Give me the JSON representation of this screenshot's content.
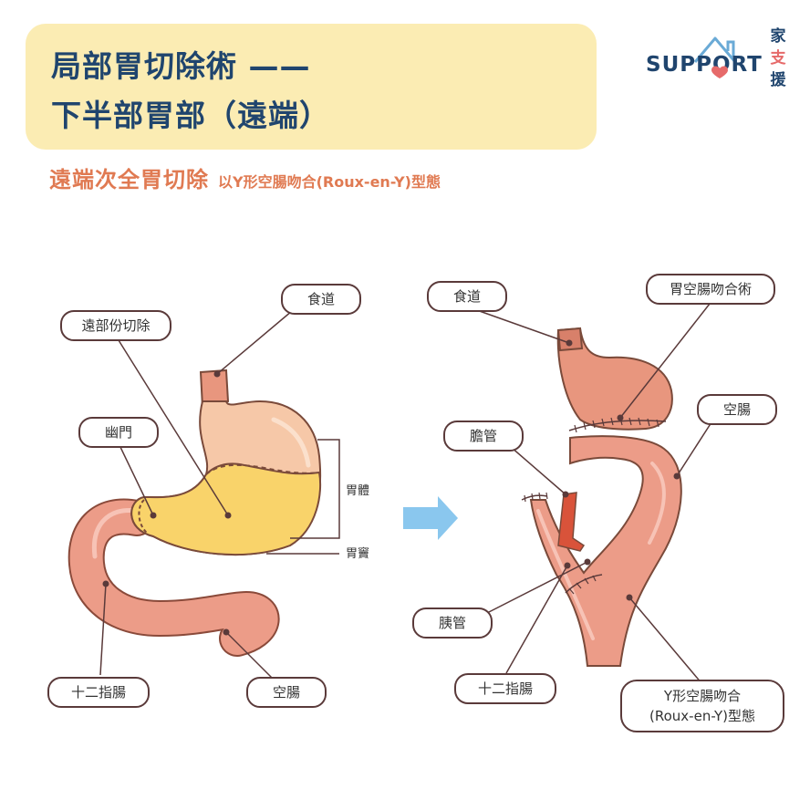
{
  "title": {
    "line1": "局部胃切除術 —— ",
    "line2": "下半部胃部（遠端）"
  },
  "subtitle": {
    "main": "遠端次全胃切除",
    "detail": "以Y形空腸吻合(Roux-en-Y)型態"
  },
  "logo": {
    "text": "SUPPORT",
    "chars": [
      "家",
      "支",
      "援"
    ]
  },
  "left_diagram": {
    "labels": {
      "esophagus": "食道",
      "distal_resection": "遠部份切除",
      "pylorus": "幽門",
      "body": "胃體",
      "antrum": "胃竇",
      "duodenum": "十二指腸",
      "jejunum": "空腸"
    }
  },
  "right_diagram": {
    "labels": {
      "esophagus": "食道",
      "gastrojejunostomy": "胃空腸吻合術",
      "jejunum": "空腸",
      "bile_duct": "膽管",
      "pancreatic_duct": "胰管",
      "duodenum": "十二指腸",
      "roux_line1": "Y形空腸吻合",
      "roux_line2": "(Roux-en-Y)型態"
    }
  },
  "colors": {
    "title_bg": "#fbecb3",
    "navy": "#20456e",
    "orange": "#e07a52",
    "stomach_upper": "#f6c8a8",
    "stomach_lower": "#f9d36a",
    "intestine": "#ec9c88",
    "arrow": "#8ac7ee"
  }
}
